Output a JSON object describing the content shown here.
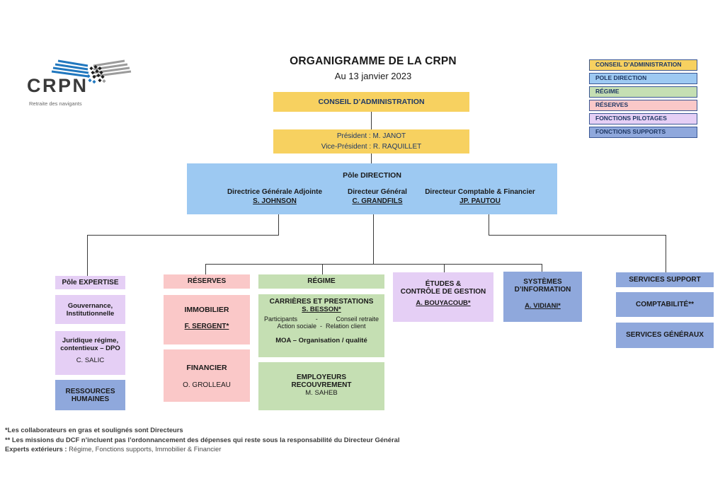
{
  "title": "ORGANIGRAMME DE LA CRPN",
  "subtitle": "Au 13 janvier 2023",
  "logo": {
    "name": "CRPN",
    "tagline": "Retraite des navigants"
  },
  "colors": {
    "yellow": "#F7D160",
    "blue": "#9DC9F2",
    "green": "#C5DFB3",
    "pink": "#FAC8C8",
    "lavender": "#E5CFF5",
    "bluegray": "#8FA8DC",
    "legend_border": "#3A5795",
    "navy_text": "#1F3864",
    "line": "#3a3a3a",
    "logo_blue": "#2077BE",
    "logo_gray": "#9B9B9B"
  },
  "legend": {
    "items": [
      {
        "label": "CONSEIL D’ADMINISTRATION"
      },
      {
        "label": "POLE DIRECTION"
      },
      {
        "label": "RÉGIME"
      },
      {
        "label": "RÉSERVES"
      },
      {
        "label": "FONCTIONS PILOTAGES"
      },
      {
        "label": "FONCTIONS SUPPORTS"
      }
    ]
  },
  "board": {
    "title": "CONSEIL D’ADMINISTRATION",
    "president": "Président : M. JANOT",
    "vice_president": "Vice-Président : R. RAQUILLET"
  },
  "direction": {
    "title": "Pôle DIRECTION",
    "members": [
      {
        "role": "Directrice Générale Adjointe",
        "name": "S. JOHNSON"
      },
      {
        "role": "Directeur Général",
        "name": "C. GRANDFILS"
      },
      {
        "role": "Directeur Comptable & Financier",
        "name": "JP. PAUTOU"
      }
    ]
  },
  "expertise": {
    "header": "Pôle EXPERTISE",
    "governance": "Gouvernance,\nInstitutionnelle",
    "juridique_title": "Juridique régime,\ncontentieux – DPO",
    "juridique_name": "C. SALIC",
    "rh": "RESSOURCES\nHUMAINES"
  },
  "reserves": {
    "header": "RÉSERVES",
    "immobilier_title": "IMMOBILIER",
    "immobilier_name": "F. SERGENT*",
    "financier_title": "FINANCIER",
    "financier_name": "O. GROLLEAU"
  },
  "regime": {
    "header": "RÉGIME",
    "carrieres_title": "CARRIÈRES ET PRESTATIONS",
    "carrieres_name": "S. BESSON*",
    "row1_left": "Participants",
    "row1_sep": "-",
    "row1_right": "Conseil retraite",
    "row2": "Action sociale  -  Relation client",
    "moa": "MOA – Organisation / qualité",
    "employeurs_title": "EMPLOYEURS\nRECOUVREMENT",
    "employeurs_name": "M. SAHEB"
  },
  "pilotage": {
    "etudes_title": "ÉTUDES &\nCONTRÔLE DE GESTION",
    "etudes_name": "A. BOUYACOUB*",
    "systemes_title": "SYSTÈMES\nD’INFORMATION",
    "systemes_name": "A. VIDIANI*"
  },
  "supports": {
    "header": "SERVICES SUPPORT",
    "comptabilite": "COMPTABILITÉ**",
    "generaux": "SERVICES GÉNÉRAUX"
  },
  "footnotes": {
    "line1": "*Les collaborateurs en gras et soulignés sont Directeurs",
    "line2": "** Les missions du DCF n’incluent pas l’ordonnancement des dépenses qui reste sous la responsabilité du Directeur Général",
    "line3_label": "Experts extérieurs :",
    "line3_text": "Régime, Fonctions supports, Immobilier & Financier"
  }
}
